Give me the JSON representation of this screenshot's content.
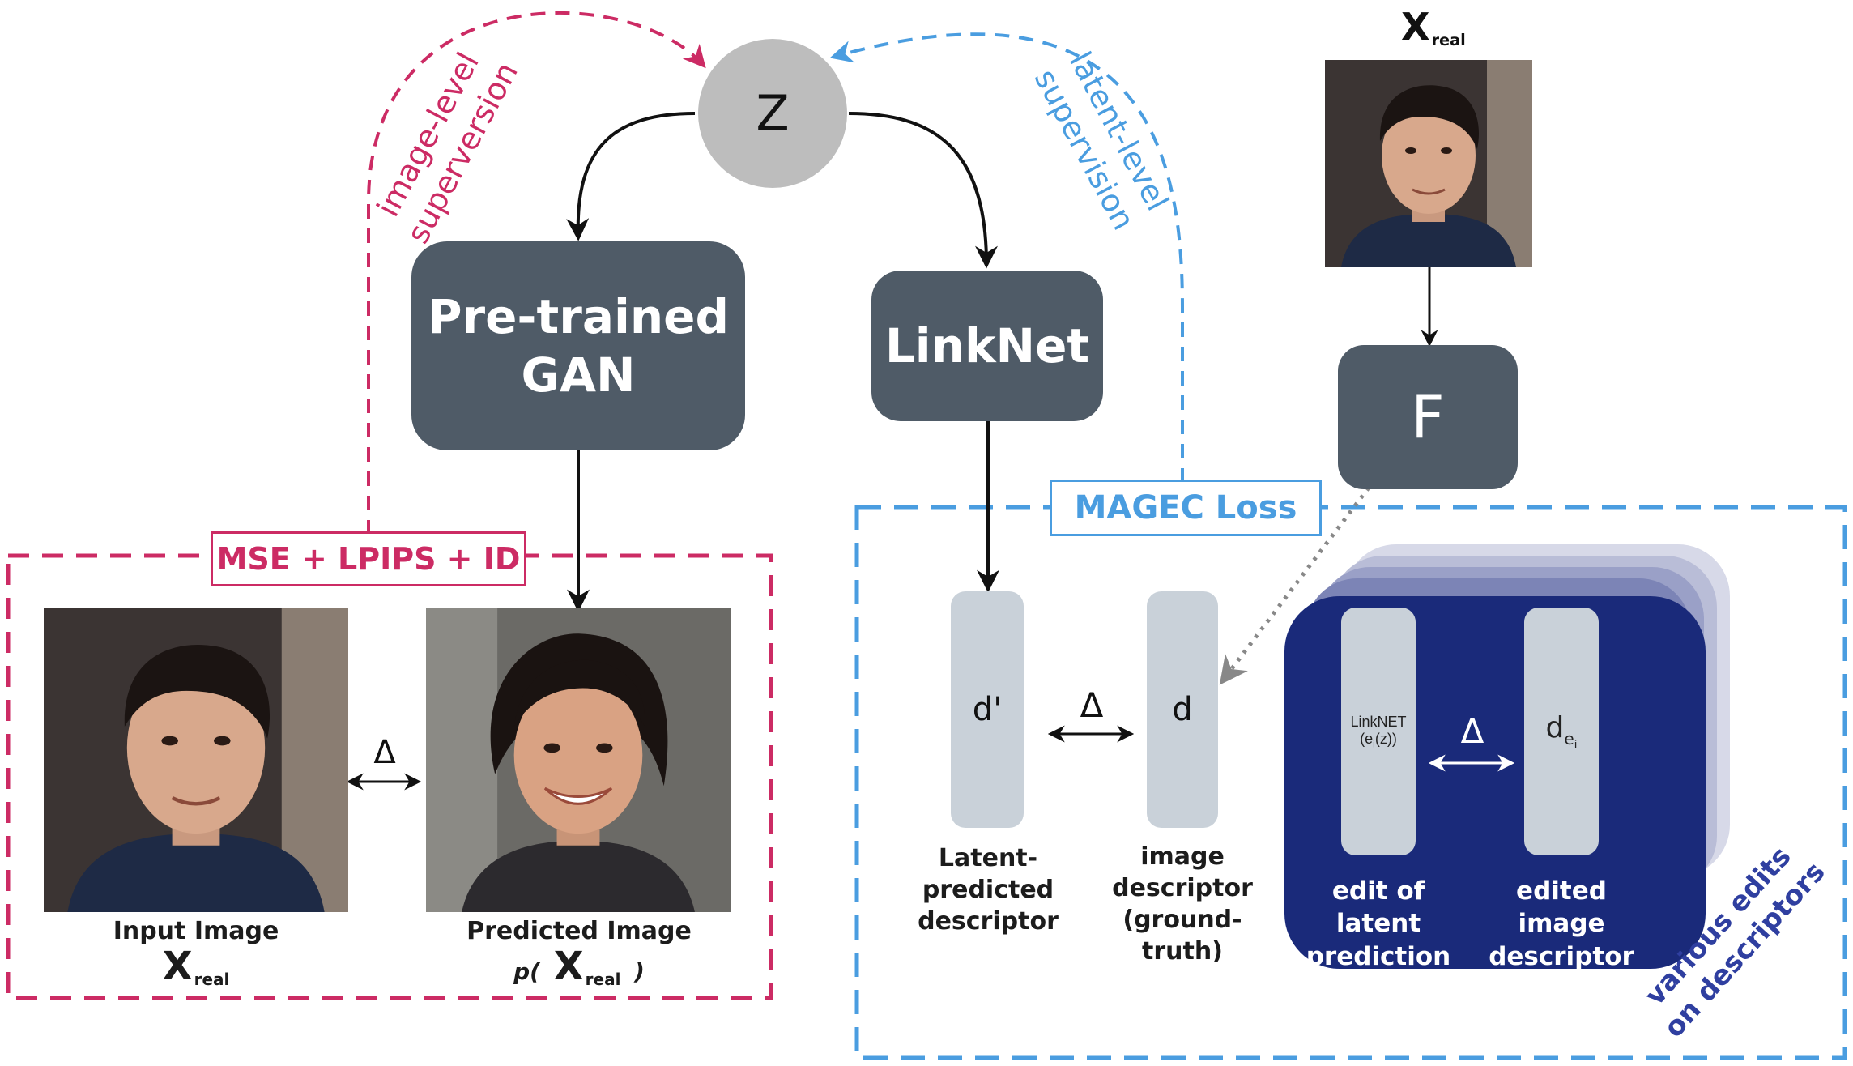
{
  "colors": {
    "pink": "#cc2b64",
    "blue": "#4a9de0",
    "dark_box": "#4f5b67",
    "navy": "#1a2a7a",
    "pill": "#c9d1d9",
    "circle": "#bdbdbd"
  },
  "z_node": {
    "label": "Z"
  },
  "gan_box": {
    "line1": "Pre-trained",
    "line2": "GAN"
  },
  "linknet_box": {
    "label": "LinkNet"
  },
  "f_box": {
    "label": "F"
  },
  "image_supervision": {
    "line1": "image-level",
    "line2": "superversion"
  },
  "latent_supervision": {
    "line1": "latent-level",
    "line2": "supervision"
  },
  "mse_tag": {
    "label": "MSE + LPIPS + ID"
  },
  "magec_tag": {
    "label": "MAGEC Loss"
  },
  "x_real_top": {
    "symbol": "X",
    "sub": "real"
  },
  "input_image": {
    "caption": "Input Image",
    "symbol": "X",
    "sub": "real",
    "face_icon": "male-face-photo"
  },
  "predicted_image": {
    "caption": "Predicted Image",
    "prefix": "p(",
    "symbol": "X",
    "sub": "real",
    "suffix": ")",
    "face_icon": "female-face-photo"
  },
  "delta": "Δ",
  "d_prime": {
    "label": "d'",
    "caption1": "Latent-",
    "caption2": "predicted",
    "caption3": "descriptor"
  },
  "d_gt": {
    "label": "d",
    "caption1": "image",
    "caption2": "descriptor",
    "caption3": "(ground-truth)"
  },
  "edit_latent": {
    "line1": "LinkNET",
    "line2": "(e",
    "line2_sub": "i",
    "line2_end": "(z))",
    "caption1": "edit of latent",
    "caption2": "prediction"
  },
  "edited_image": {
    "base": "d",
    "sub1": "e",
    "sub2": "i",
    "caption1": "edited image",
    "caption2": "descriptor"
  },
  "various_edits": {
    "line1": "various edits",
    "line2": "on descriptors"
  }
}
